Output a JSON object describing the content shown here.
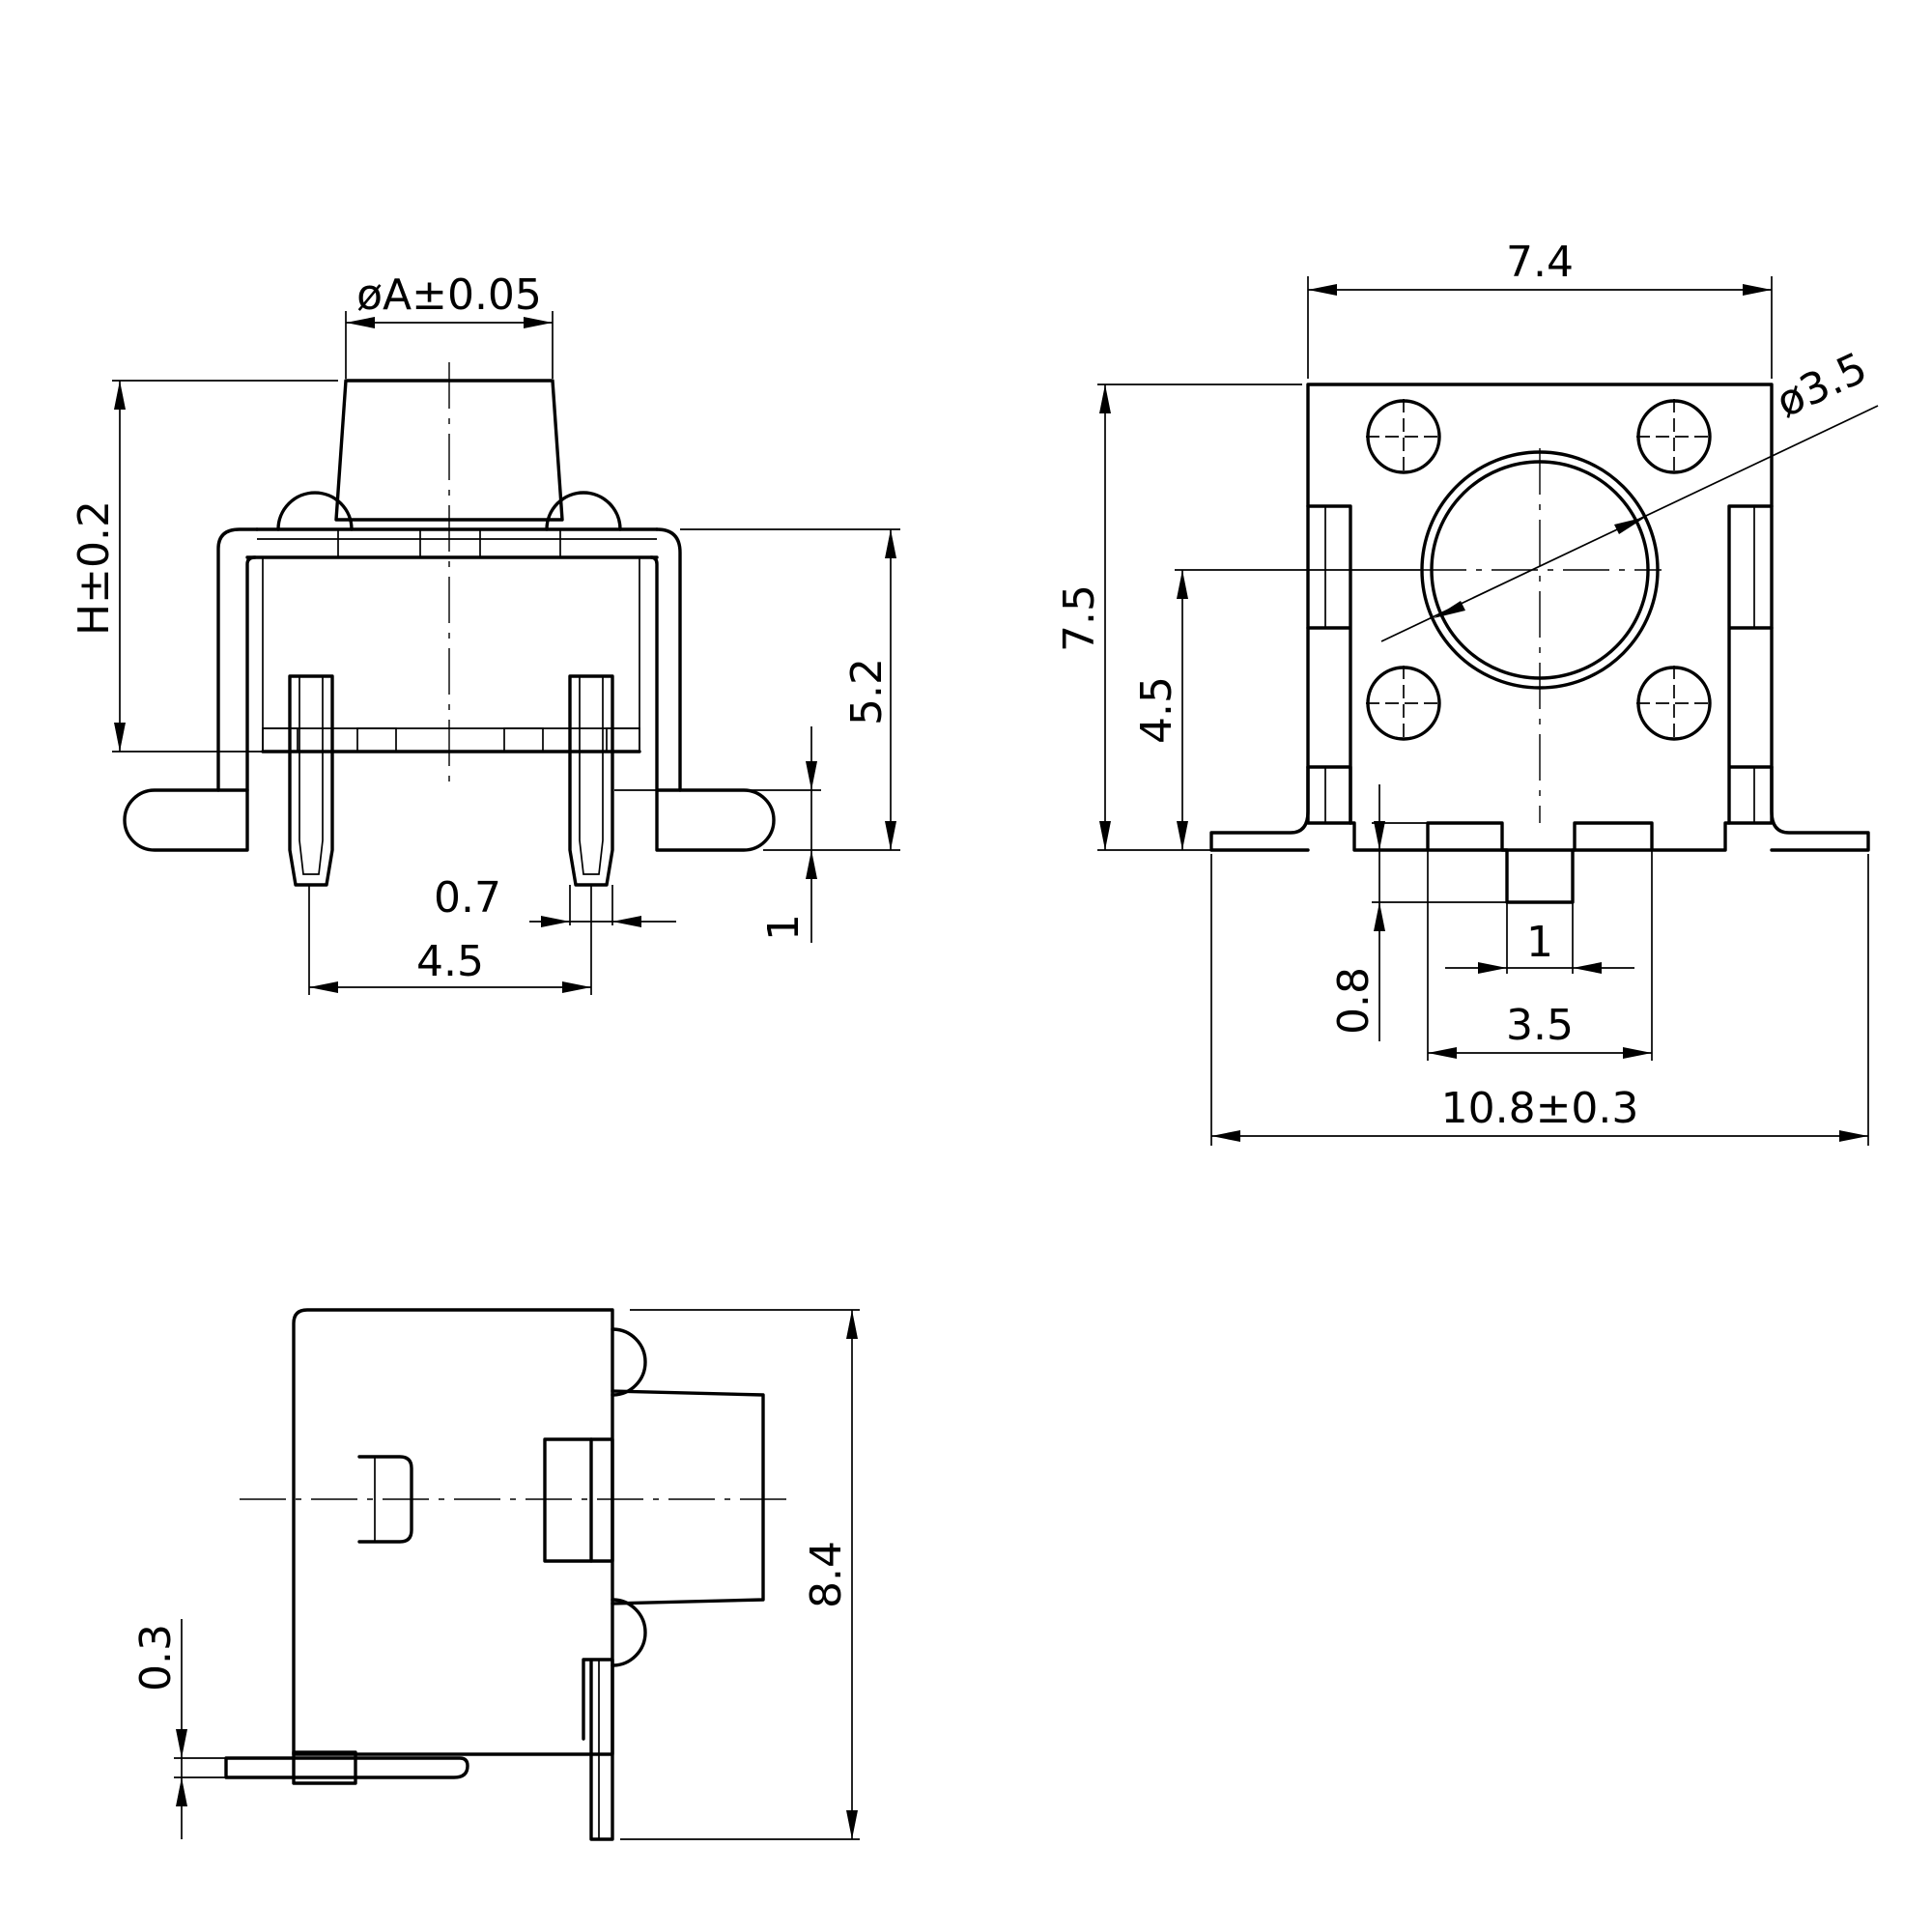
{
  "colors": {
    "line": "#000000",
    "background": "#ffffff"
  },
  "views": {
    "front": {
      "dims": {
        "stem_diameter": "øA±0.05",
        "height": "H±0.2",
        "body_height": "5.2",
        "pin_width": "0.7",
        "pin_pitch": "4.5",
        "pin_protrusion": "1"
      }
    },
    "top": {
      "dims": {
        "body_width": "7.4",
        "body_length": "7.5",
        "cap_diameter": "ø3.5",
        "center_offset": "4.5",
        "tab_offset": "0.8",
        "tab_width": "1",
        "notch_width": "3.5",
        "overall_width": "10.8±0.3"
      }
    },
    "side": {
      "dims": {
        "overall_height": "8.4",
        "lead_thickness": "0.3"
      }
    }
  }
}
